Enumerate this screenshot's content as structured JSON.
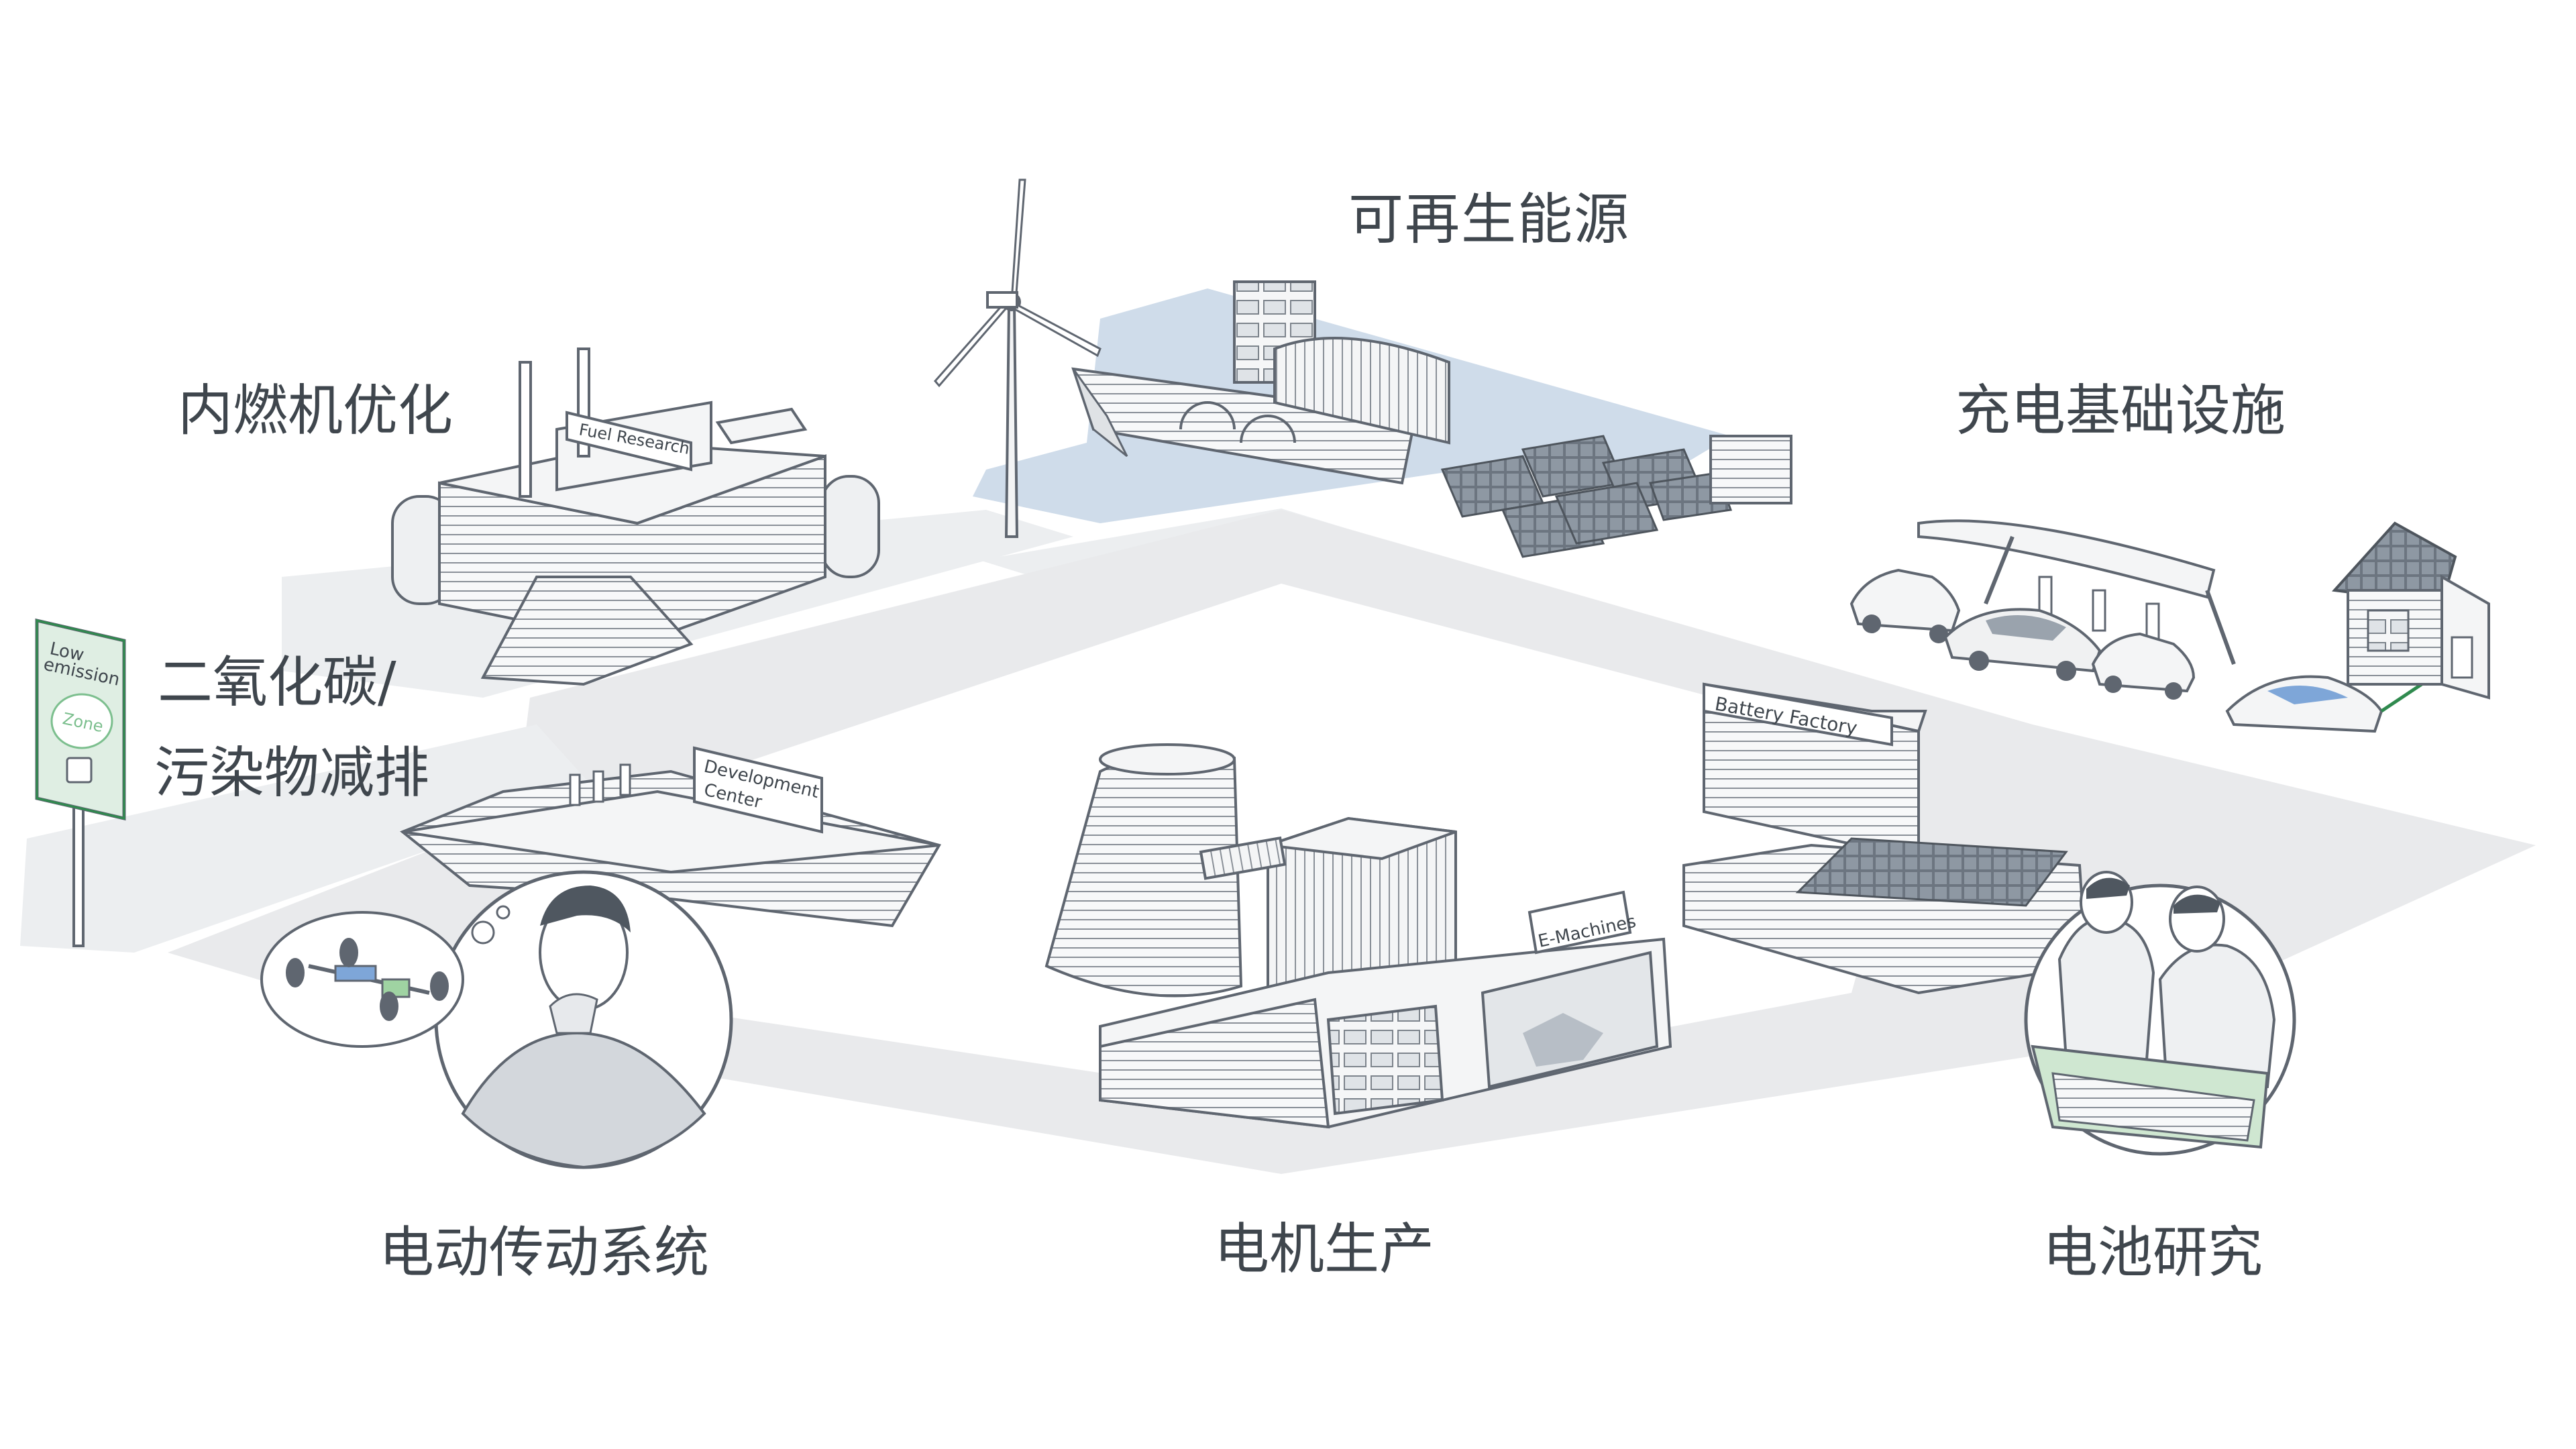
{
  "labels": {
    "renewable_energy": "可再生能源",
    "ice_optimization": "内燃机优化",
    "charging_infrastructure": "充电基础设施",
    "co2_line1": "二氧化碳/",
    "co2_line2": "污染物减排",
    "electric_drivetrain": "电动传动系统",
    "motor_production": "电机生产",
    "battery_research": "电池研究"
  },
  "building_signs": {
    "fuel_research": "Fuel Research",
    "development_center_line1": "Development",
    "development_center_line2": "Center",
    "battery_factory": "Battery Factory",
    "e_machines": "E-Machines"
  },
  "road_sign": {
    "line1": "Low",
    "line2": "emission",
    "zone": "Zone"
  },
  "colors": {
    "ground": "#e9eaec",
    "outline": "#5f6670",
    "water": "#cfdcea",
    "text": "#3f464d",
    "sign_green": "#2f8a4e",
    "sign_bg": "#dfeee3",
    "car_accent": "#7ea6d8",
    "motor_accent": "#9fd3a2"
  }
}
